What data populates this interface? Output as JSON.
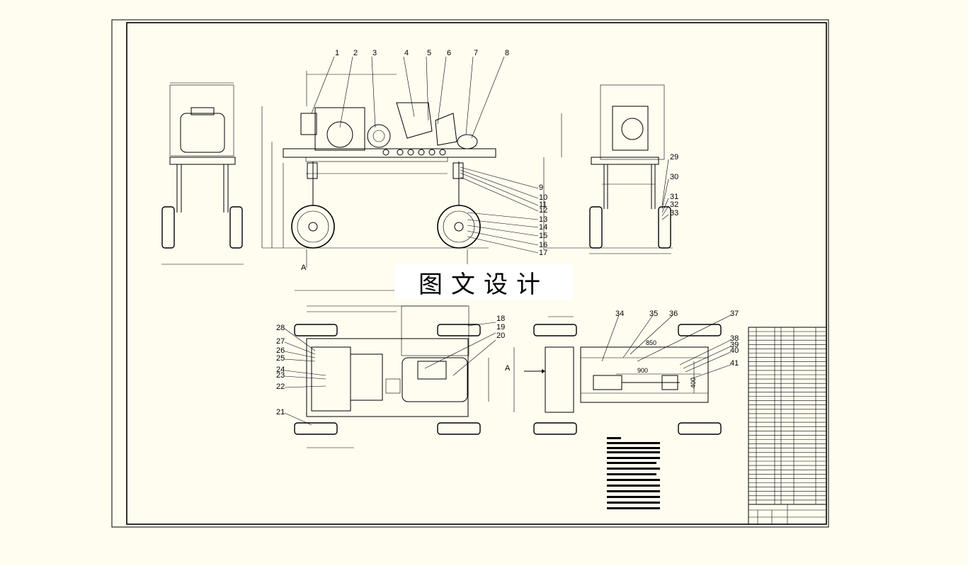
{
  "watermark": "图文设计",
  "balloons_main": [
    "1",
    "2",
    "3",
    "4",
    "5",
    "6",
    "7",
    "8"
  ],
  "balloons_right": [
    "9",
    "10",
    "11",
    "12",
    "13",
    "14",
    "15",
    "16",
    "17"
  ],
  "balloons_side": [
    "29",
    "30",
    "31",
    "32",
    "33"
  ],
  "balloons_plan_left": [
    "28",
    "27",
    "26",
    "25",
    "24",
    "23",
    "22",
    "21"
  ],
  "balloons_plan_top": [
    "18",
    "19",
    "20"
  ],
  "balloons_plan2": [
    "34",
    "35",
    "36",
    "37",
    "38",
    "39",
    "40",
    "41"
  ],
  "section_mark": "A",
  "section_arrow": "A",
  "dim_850": "850",
  "dim_900": "900",
  "dim_400": "400"
}
